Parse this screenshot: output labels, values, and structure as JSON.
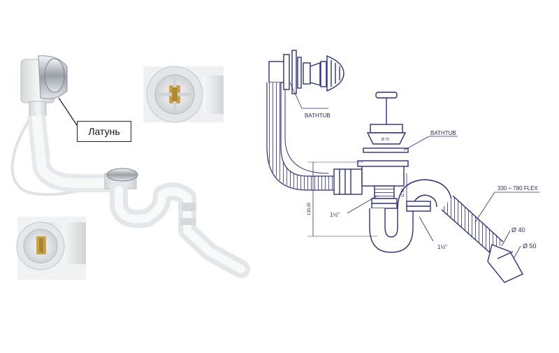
{
  "photo": {
    "callout_label": "Латунь"
  },
  "drawing": {
    "label_bathtub_top": "BATHTUB",
    "label_bathtub_mid": "BATHTUB",
    "label_flex": "330 ÷ 780 FLEX",
    "label_pipe_top": "1½\"",
    "label_pipe_bottom": "1½\"",
    "label_d40": "Ø 40",
    "label_d50": "Ø 50",
    "dim_130": "130,00",
    "dim_1150": "11,50",
    "dim_70": "Ø 70"
  },
  "colors": {
    "drawing_ink": "#2b2f7a",
    "plastic": "#eef0f0",
    "plastic_shadow": "#c9cdd0",
    "chrome": "#b8bcc2",
    "brass": "#c8a24a"
  }
}
